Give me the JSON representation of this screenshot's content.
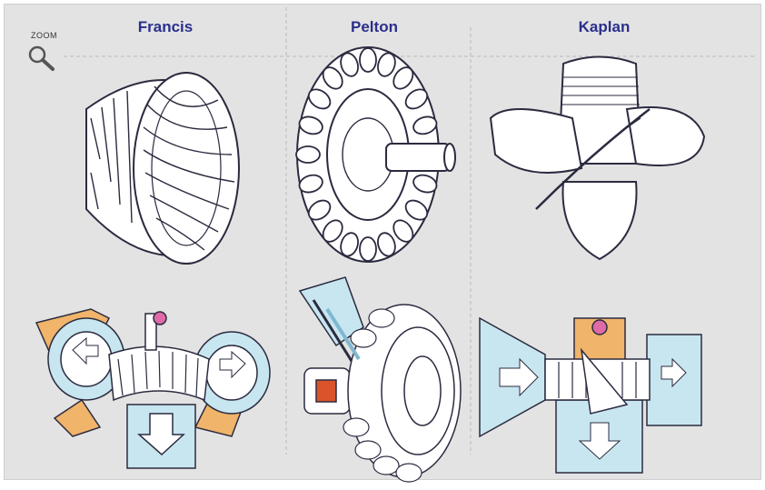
{
  "zoom": {
    "label": "ZOOM",
    "icon": "magnifier-icon"
  },
  "columns": [
    {
      "name": "Francis",
      "color": "#2a2f8c"
    },
    {
      "name": "Pelton",
      "color": "#2a2f8c"
    },
    {
      "name": "Kaplan",
      "color": "#2a2f8c"
    }
  ],
  "colors": {
    "background": "#e3e3e3",
    "water": "#c8e6ef",
    "casing": "#f0b46a",
    "nozzle": "#d9542b",
    "generator": "#e06aa8"
  }
}
